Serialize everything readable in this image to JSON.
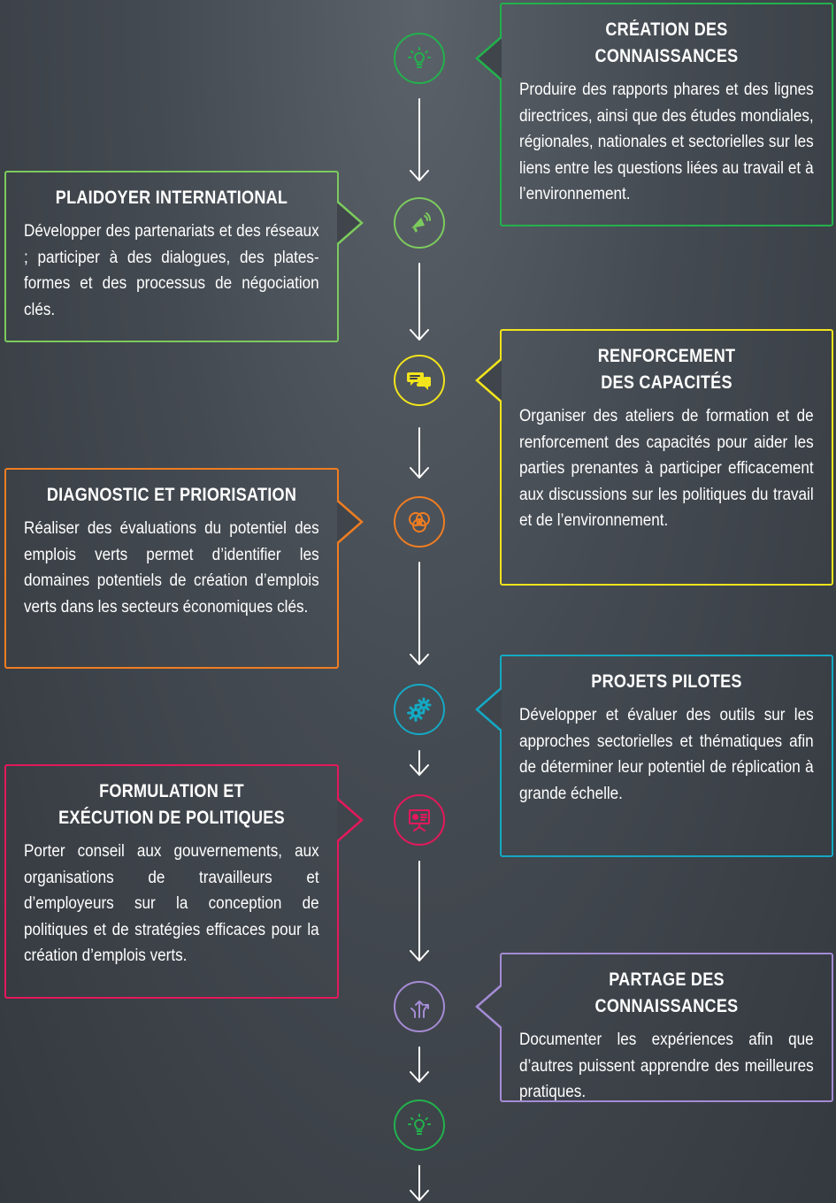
{
  "colors": {
    "green": "#23b14d",
    "lightgreen": "#7ccb5d",
    "yellow": "#f2e41c",
    "orange": "#ef7d22",
    "teal": "#14a9c4",
    "magenta": "#e4185c",
    "lavender": "#a58bd4"
  },
  "steps": [
    {
      "id": "creation",
      "title": "CRÉATION DES CONNAISSANCES",
      "body": "Produire des rapports phares et des lignes directrices, ainsi que des études mondiales, régionales, nationales et sectorielles sur les liens entre les questions liées au travail et à l’environnement.",
      "color": "green",
      "icon": "lightbulb-icon"
    },
    {
      "id": "plaidoyer",
      "title": "PLAIDOYER INTERNATIONAL",
      "body": "Développer des partenariats et des réseaux ; participer à des dialogues, des plates-formes et des processus de négociation clés.",
      "color": "lightgreen",
      "icon": "megaphone-icon"
    },
    {
      "id": "renforcement",
      "title": "RENFORCEMENT DES CAPACITÉS",
      "body": "Organiser des ateliers de formation et de renforcement des capacités pour aider les parties prenantes à participer efficacement aux discussions sur les politiques du travail et de l’environnement.",
      "color": "yellow",
      "icon": "chat-bubbles-icon"
    },
    {
      "id": "diagnostic",
      "title": "DIAGNOSTIC ET PRIORISATION",
      "body": "Réaliser des évaluations du potentiel des emplois verts permet d’identifier les domaines potentiels de création d’emplois verts dans les secteurs économiques clés.",
      "color": "orange",
      "icon": "venn-diagram-icon"
    },
    {
      "id": "projets",
      "title": "PROJETS PILOTES",
      "body": "Développer et évaluer des outils sur les approches sectorielles et thématiques afin de déterminer leur potentiel de réplication à grande échelle.",
      "color": "teal",
      "icon": "gears-icon"
    },
    {
      "id": "formulation",
      "title": "FORMULATION ET EXÉCUTION DE POLITIQUES",
      "body": "Porter conseil aux gouvernements, aux organisations de travailleurs et d’employeurs sur la conception de politiques et de stratégies efficaces pour la création d’emplois verts.",
      "color": "magenta",
      "icon": "presentation-board-icon"
    },
    {
      "id": "partage",
      "title": "PARTAGE DES CONNAISSANCES",
      "body": "Documenter les expériences afin que d’autres puissent apprendre des meilleures pratiques.",
      "color": "lavender",
      "icon": "diverging-arrows-icon"
    }
  ],
  "final_icon": {
    "color": "green",
    "icon": "lightbulb-icon"
  }
}
